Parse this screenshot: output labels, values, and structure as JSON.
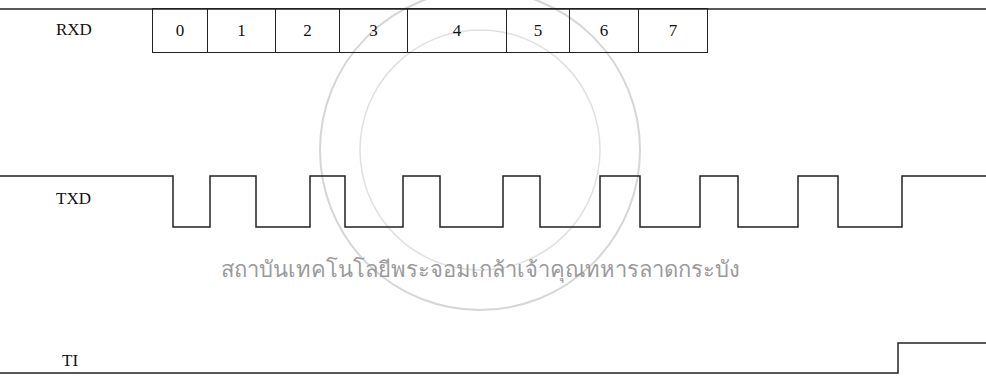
{
  "diagram": {
    "nodes": [
      {
        "text": [
          "0"
        ]
      },
      {
        "text": [
          "1"
        ]
      },
      {
        "text": [
          "2"
        ]
      },
      {
        "text": [
          "3"
        ]
      },
      {
        "text": [
          "4"
        ]
      },
      {
        "text": [
          "5"
        ]
      },
      {
        "text": [
          "6"
        ]
      },
      {
        "text": [
          "7"
        ]
      }
    ],
    "labels": [
      "RXD",
      "TXD",
      "TI",
      "สถาบันเทคโนโลยีพระจอมเกล้าเจ้าคุณทหารลาดกระบัง"
    ]
  }
}
